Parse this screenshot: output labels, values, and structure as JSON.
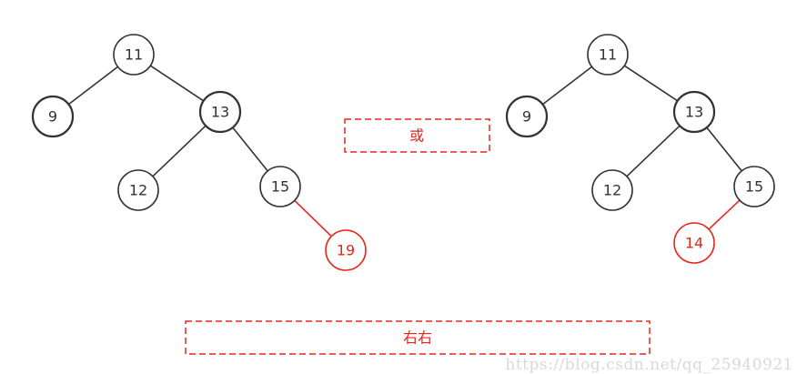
{
  "colors": {
    "default_stroke": "#333333",
    "highlight": "#e8271c"
  },
  "trees": [
    {
      "nodes": [
        {
          "id": "n11",
          "label": "11",
          "highlight": false,
          "bold": false
        },
        {
          "id": "n9",
          "label": "9",
          "highlight": false,
          "bold": true
        },
        {
          "id": "n13",
          "label": "13",
          "highlight": false,
          "bold": true
        },
        {
          "id": "n12",
          "label": "12",
          "highlight": false,
          "bold": false
        },
        {
          "id": "n15",
          "label": "15",
          "highlight": false,
          "bold": false
        },
        {
          "id": "n19",
          "label": "19",
          "highlight": true,
          "bold": false
        }
      ],
      "edges": [
        {
          "from": "n11",
          "to": "n9",
          "highlight": false
        },
        {
          "from": "n11",
          "to": "n13",
          "highlight": false
        },
        {
          "from": "n13",
          "to": "n12",
          "highlight": false
        },
        {
          "from": "n13",
          "to": "n15",
          "highlight": false
        },
        {
          "from": "n15",
          "to": "n19",
          "highlight": true
        }
      ]
    },
    {
      "nodes": [
        {
          "id": "n11",
          "label": "11",
          "highlight": false,
          "bold": false
        },
        {
          "id": "n9",
          "label": "9",
          "highlight": false,
          "bold": true
        },
        {
          "id": "n13",
          "label": "13",
          "highlight": false,
          "bold": true
        },
        {
          "id": "n12",
          "label": "12",
          "highlight": false,
          "bold": false
        },
        {
          "id": "n15",
          "label": "15",
          "highlight": false,
          "bold": false
        },
        {
          "id": "n14",
          "label": "14",
          "highlight": true,
          "bold": false
        }
      ],
      "edges": [
        {
          "from": "n11",
          "to": "n9",
          "highlight": false
        },
        {
          "from": "n11",
          "to": "n13",
          "highlight": false
        },
        {
          "from": "n13",
          "to": "n12",
          "highlight": false
        },
        {
          "from": "n13",
          "to": "n15",
          "highlight": false
        },
        {
          "from": "n15",
          "to": "n14",
          "highlight": true
        }
      ]
    }
  ],
  "labels": {
    "or_label": "或",
    "case_label": "右右"
  },
  "watermark": "https://blog.csdn.net/qq_25940921"
}
